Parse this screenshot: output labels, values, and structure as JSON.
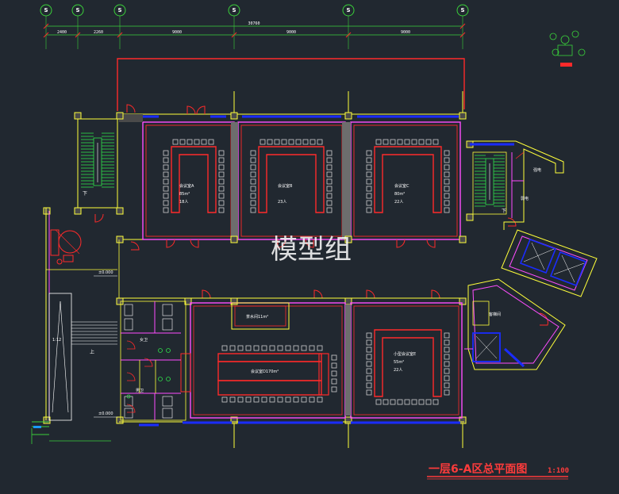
{
  "drawing": {
    "title": "一层6-A区总平面图",
    "scale": "1:100",
    "watermark": "模型组",
    "colors": {
      "background": "#212830",
      "wall_red": "#ff2a2a",
      "wall_magenta": "#ff4dff",
      "window_blue": "#1a2cff",
      "column_yellow": "#ffff3a",
      "dim_green": "#3ad13a",
      "stair_green": "#2fe04a",
      "chair_white": "#cfcfcf"
    }
  },
  "grid_axes": [
    "S",
    "S",
    "S",
    "S",
    "S",
    "S"
  ],
  "dimensions": {
    "total": "30760",
    "segments": [
      "2400",
      "2260",
      "9000",
      "9000",
      "9000"
    ]
  },
  "rooms": [
    {
      "name": "会议室A",
      "area": "85m²",
      "capacity": "18人"
    },
    {
      "name": "会议室B",
      "area": "",
      "capacity": "23人"
    },
    {
      "name": "会议室C",
      "area": "80m²",
      "capacity": "22人"
    },
    {
      "name": "茶水间11m²",
      "area": "",
      "capacity": ""
    },
    {
      "name": "会议室D170m²",
      "area": "",
      "capacity": ""
    },
    {
      "name": "小型会议室E",
      "area": "55m²",
      "capacity": "22人"
    },
    {
      "name": "强电",
      "area": "",
      "capacity": ""
    },
    {
      "name": "弱电",
      "area": "",
      "capacity": ""
    },
    {
      "name": "客梯间",
      "area": "",
      "capacity": ""
    },
    {
      "name": "女卫",
      "area": "",
      "capacity": ""
    },
    {
      "name": "男卫",
      "area": "",
      "capacity": ""
    }
  ],
  "annotations": {
    "stair_down": "下",
    "stair_up": "上",
    "elev_1": "±0.000",
    "elev_2": "±0.000",
    "ramp": "1:12"
  }
}
